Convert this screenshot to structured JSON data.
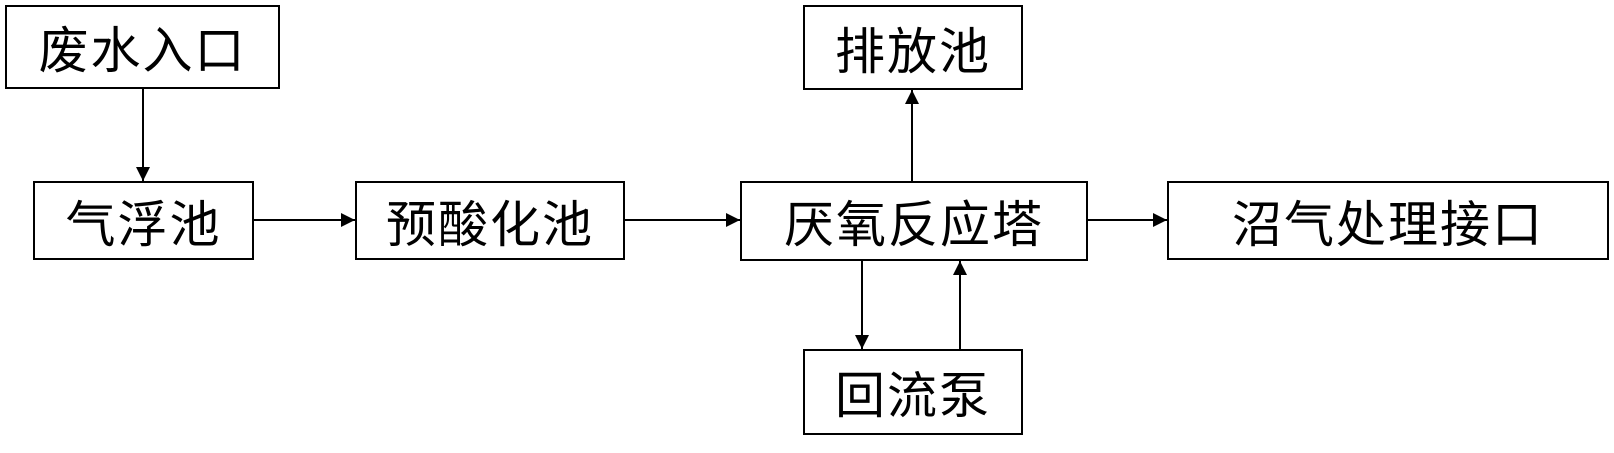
{
  "nodes": {
    "inlet": "废水入口",
    "flotation": "气浮池",
    "preacid": "预酸化池",
    "anaerobic": "厌氧反应塔",
    "discharge": "排放池",
    "biogas": "沼气处理接口",
    "pump": "回流泵"
  },
  "edges": [
    {
      "from": "inlet",
      "to": "flotation"
    },
    {
      "from": "flotation",
      "to": "preacid"
    },
    {
      "from": "preacid",
      "to": "anaerobic"
    },
    {
      "from": "anaerobic",
      "to": "discharge"
    },
    {
      "from": "anaerobic",
      "to": "biogas"
    },
    {
      "from": "anaerobic",
      "to": "pump"
    },
    {
      "from": "pump",
      "to": "anaerobic"
    }
  ],
  "colors": {
    "line": "#000000",
    "background": "#ffffff"
  }
}
